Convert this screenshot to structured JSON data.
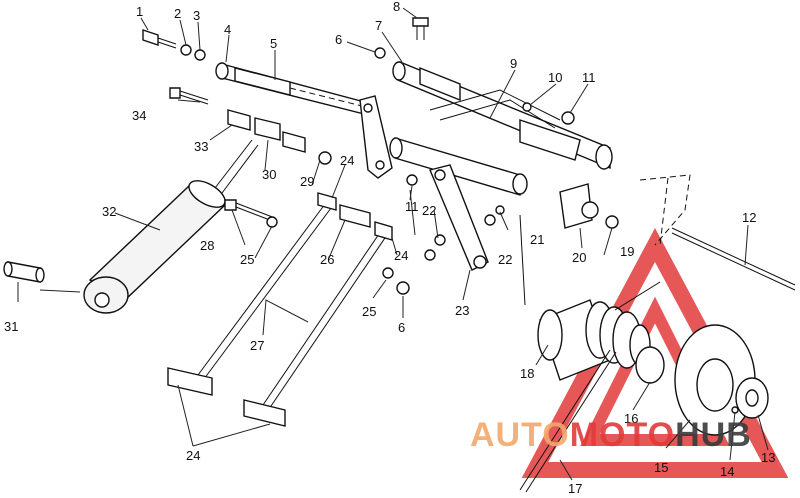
{
  "diagram": {
    "callouts": [
      {
        "id": "c1",
        "text": "1"
      },
      {
        "id": "c2",
        "text": "2"
      },
      {
        "id": "c3",
        "text": "3"
      },
      {
        "id": "c4",
        "text": "4"
      },
      {
        "id": "c5",
        "text": "5"
      },
      {
        "id": "c6a",
        "text": "6"
      },
      {
        "id": "c6b",
        "text": "6"
      },
      {
        "id": "c7",
        "text": "7"
      },
      {
        "id": "c8",
        "text": "8"
      },
      {
        "id": "c9",
        "text": "9"
      },
      {
        "id": "c10",
        "text": "10"
      },
      {
        "id": "c11a",
        "text": "11"
      },
      {
        "id": "c11b",
        "text": "11"
      },
      {
        "id": "c12",
        "text": "12"
      },
      {
        "id": "c13",
        "text": "13"
      },
      {
        "id": "c14",
        "text": "14"
      },
      {
        "id": "c15",
        "text": "15"
      },
      {
        "id": "c16",
        "text": "16"
      },
      {
        "id": "c17",
        "text": "17"
      },
      {
        "id": "c18",
        "text": "18"
      },
      {
        "id": "c19",
        "text": "19"
      },
      {
        "id": "c20",
        "text": "20"
      },
      {
        "id": "c21",
        "text": "21"
      },
      {
        "id": "c22a",
        "text": "22"
      },
      {
        "id": "c22b",
        "text": "22"
      },
      {
        "id": "c23",
        "text": "23"
      },
      {
        "id": "c24a",
        "text": "24"
      },
      {
        "id": "c24b",
        "text": "24"
      },
      {
        "id": "c24c",
        "text": "24"
      },
      {
        "id": "c25a",
        "text": "25"
      },
      {
        "id": "c25b",
        "text": "25"
      },
      {
        "id": "c26",
        "text": "26"
      },
      {
        "id": "c27",
        "text": "27"
      },
      {
        "id": "c28",
        "text": "28"
      },
      {
        "id": "c29",
        "text": "29"
      },
      {
        "id": "c30",
        "text": "30"
      },
      {
        "id": "c31",
        "text": "31"
      },
      {
        "id": "c32",
        "text": "32"
      },
      {
        "id": "c33",
        "text": "33"
      },
      {
        "id": "c34",
        "text": "34"
      }
    ]
  },
  "watermark": {
    "part1": "AUTO",
    "part2": "MOTO",
    "part3": "HUB",
    "color_orange": "#f2a96b",
    "color_red": "#e23a3a",
    "color_dark": "#3a3a3a"
  }
}
